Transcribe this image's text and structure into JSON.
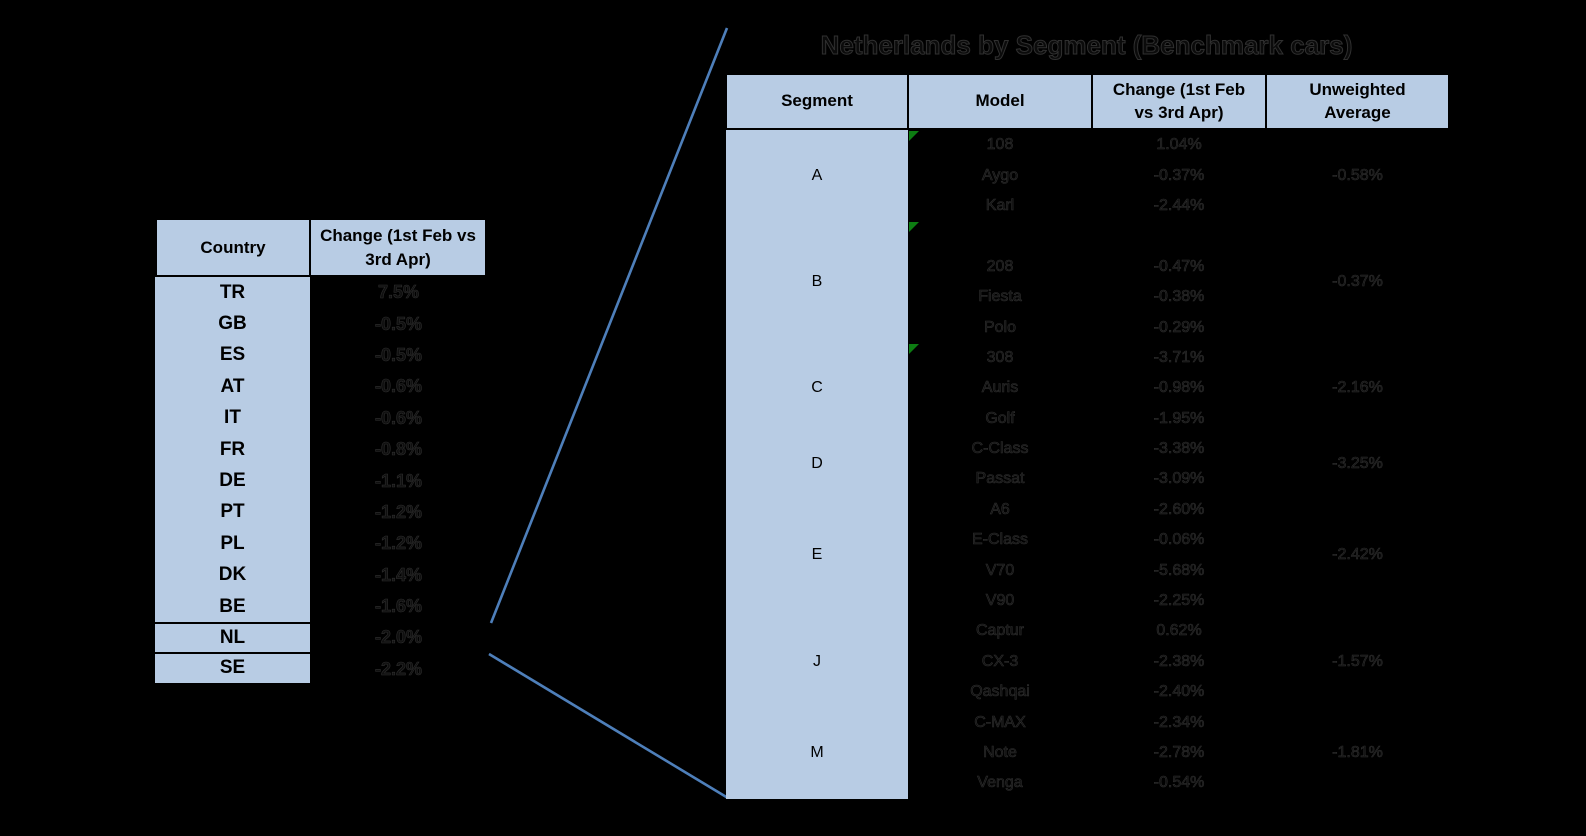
{
  "chart_data": [
    {
      "type": "table",
      "name": "country_changes",
      "columns": [
        "Country",
        "Change (1st Feb vs 3rd Apr)"
      ],
      "rows": [
        [
          "TR",
          "7.5%"
        ],
        [
          "GB",
          "-0.5%"
        ],
        [
          "ES",
          "-0.5%"
        ],
        [
          "AT",
          "-0.6%"
        ],
        [
          "IT",
          "-0.6%"
        ],
        [
          "FR",
          "-0.8%"
        ],
        [
          "DE",
          "-1.1%"
        ],
        [
          "PT",
          "-1.2%"
        ],
        [
          "PL",
          "-1.2%"
        ],
        [
          "DK",
          "-1.4%"
        ],
        [
          "BE",
          "-1.6%"
        ],
        [
          "NL",
          "-2.0%"
        ],
        [
          "SE",
          "-2.2%"
        ]
      ],
      "highlighted_rows": [
        "NL",
        "SE"
      ]
    },
    {
      "type": "table",
      "name": "netherlands_by_segment",
      "title": "Netherlands by Segment (Benchmark cars)",
      "columns": [
        "Segment",
        "Model",
        "Change (1st Feb vs 3rd Apr)",
        "Unweighted Average"
      ],
      "segments": [
        {
          "segment": "A",
          "models": [
            {
              "model": "108",
              "change": "1.04%"
            },
            {
              "model": "Aygo",
              "change": "-0.37%"
            },
            {
              "model": "Karl",
              "change": "-2.44%"
            }
          ],
          "unweighted_average": "-0.58%",
          "has_corner_marker": true
        },
        {
          "segment": "B",
          "models": [
            {
              "model": "",
              "change": ""
            },
            {
              "model": "208",
              "change": "-0.47%"
            },
            {
              "model": "Fiesta",
              "change": "-0.38%"
            },
            {
              "model": "Polo",
              "change": "-0.29%"
            }
          ],
          "unweighted_average": "-0.37%",
          "has_corner_marker": true
        },
        {
          "segment": "C",
          "models": [
            {
              "model": "308",
              "change": "-3.71%"
            },
            {
              "model": "Auris",
              "change": "-0.98%"
            },
            {
              "model": "Golf",
              "change": "-1.95%"
            }
          ],
          "unweighted_average": "-2.16%",
          "has_corner_marker": true
        },
        {
          "segment": "D",
          "models": [
            {
              "model": "C-Class",
              "change": "-3.38%"
            },
            {
              "model": "Passat",
              "change": "-3.09%"
            }
          ],
          "unweighted_average": "-3.25%",
          "has_corner_marker": false
        },
        {
          "segment": "E",
          "models": [
            {
              "model": "A6",
              "change": "-2.60%"
            },
            {
              "model": "E-Class",
              "change": "-0.06%"
            },
            {
              "model": "V70",
              "change": "-5.68%"
            },
            {
              "model": "V90",
              "change": "-2.25%"
            }
          ],
          "unweighted_average": "-2.42%",
          "has_corner_marker": false
        },
        {
          "segment": "J",
          "models": [
            {
              "model": "Captur",
              "change": "0.62%"
            },
            {
              "model": "CX-3",
              "change": "-2.38%"
            },
            {
              "model": "Qashqai",
              "change": "-2.40%"
            }
          ],
          "unweighted_average": "-1.57%",
          "has_corner_marker": false
        },
        {
          "segment": "M",
          "models": [
            {
              "model": "C-MAX",
              "change": "-2.34%"
            },
            {
              "model": "Note",
              "change": "-2.78%"
            },
            {
              "model": "Venga",
              "change": "-0.54%"
            }
          ],
          "unweighted_average": "-1.81%",
          "has_corner_marker": false
        }
      ]
    }
  ],
  "colors": {
    "background": "#000000",
    "cell_fill": "#B8CCE4",
    "table_border": "#000000",
    "callout_line": "#4E7FBA",
    "corner_marker_green": "#0D7D12",
    "dim_text": "#101010"
  }
}
